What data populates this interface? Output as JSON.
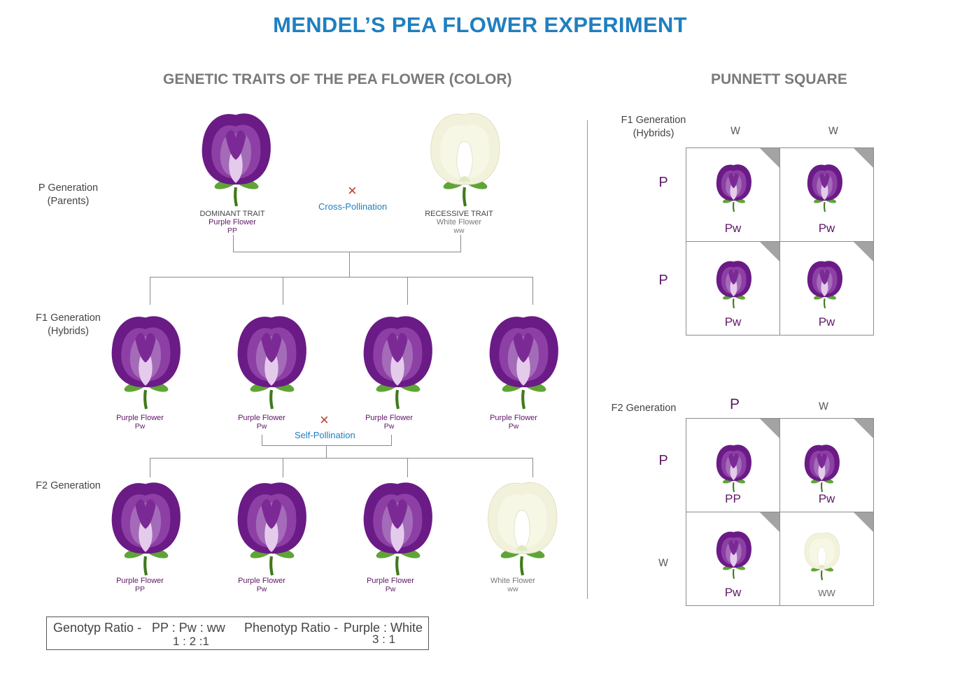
{
  "title": "MENDEL’S PEA FLOWER EXPERIMENT",
  "left_heading": "GENETIC TRAITS OF THE PEA FLOWER (COLOR)",
  "right_heading": "PUNNETT SQUARE",
  "colors": {
    "title": "#1f7fc0",
    "purple": "#5e1766",
    "flower_purple": "#6a1b86",
    "white_flower": "#f4f4de",
    "cross": "#c0392b"
  },
  "generations": {
    "p": {
      "line1": "P Generation",
      "line2": "(Parents)"
    },
    "f1": {
      "line1": "F1 Generation",
      "line2": "(Hybrids)"
    },
    "f2": {
      "line1": "F2 Generation"
    }
  },
  "parents": {
    "dominant": {
      "trait": "DOMINANT TRAIT",
      "name": "Purple Flower",
      "genotype": "PP"
    },
    "recessive": {
      "trait": "RECESSIVE TRAIT",
      "name": "White Flower",
      "genotype": "ww"
    },
    "cross_symbol": "×",
    "cross_label": "Cross-Pollination"
  },
  "f1": [
    {
      "name": "Purple Flower",
      "genotype": "Pw"
    },
    {
      "name": "Purple Flower",
      "genotype": "Pw"
    },
    {
      "name": "Purple Flower",
      "genotype": "Pw"
    },
    {
      "name": "Purple Flower",
      "genotype": "Pw"
    }
  ],
  "self": {
    "cross_symbol": "×",
    "label": "Self-Pollination"
  },
  "f2": [
    {
      "name": "Purple Flower",
      "genotype": "PP",
      "color": "purple"
    },
    {
      "name": "Purple Flower",
      "genotype": "Pw",
      "color": "purple"
    },
    {
      "name": "Purple Flower",
      "genotype": "Pw",
      "color": "purple"
    },
    {
      "name": "White Flower",
      "genotype": "ww",
      "color": "white"
    }
  ],
  "ratios": {
    "genotype_label": "Genotyp Ratio -",
    "genotype_expr": "PP : Pw : ww",
    "genotype_values": "1 : 2 :1",
    "phenotype_label": "Phenotyp Ratio -",
    "phenotype_expr": "Purple : White",
    "phenotype_values": "3 : 1"
  },
  "punnett_f1": {
    "label_line1": "F1 Generation",
    "label_line2": "(Hybrids)",
    "cols": [
      "w",
      "w"
    ],
    "rows": [
      "P",
      "P"
    ],
    "cells": [
      {
        "genotype": "Pw",
        "color": "purple"
      },
      {
        "genotype": "Pw",
        "color": "purple"
      },
      {
        "genotype": "Pw",
        "color": "purple"
      },
      {
        "genotype": "Pw",
        "color": "purple"
      }
    ]
  },
  "punnett_f2": {
    "label": "F2 Generation",
    "cols": [
      "P",
      "w"
    ],
    "rows": [
      "P",
      "w"
    ],
    "cells": [
      {
        "genotype": "PP",
        "color": "purple"
      },
      {
        "genotype": "Pw",
        "color": "purple"
      },
      {
        "genotype": "Pw",
        "color": "purple"
      },
      {
        "genotype": "ww",
        "color": "white"
      }
    ]
  }
}
